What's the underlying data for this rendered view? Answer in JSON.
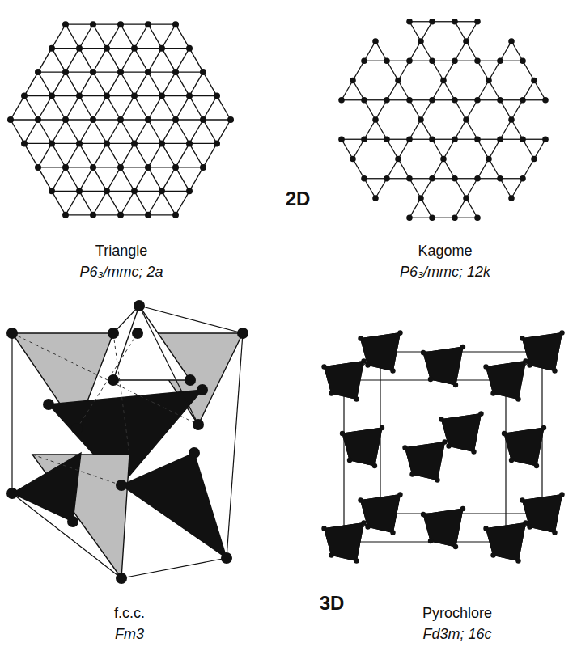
{
  "diagram": {
    "labels": [
      "Triangle",
      "P6₃/mmc; 2a",
      "Kagome",
      "P6₃/mmc; 12k",
      "2D",
      "f.c.c.",
      "Fm3",
      "3D",
      "Pyrochlore",
      "Fd3m; 16c"
    ]
  }
}
